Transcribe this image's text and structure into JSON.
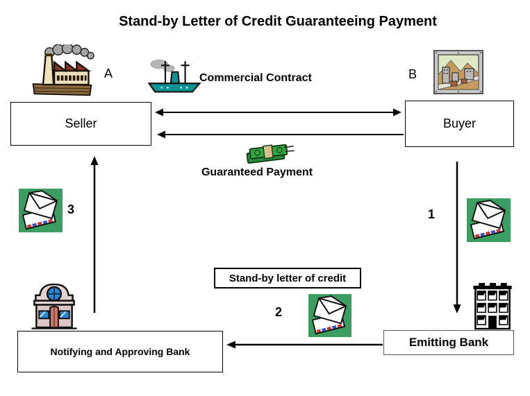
{
  "title": "Stand-by Letter of Credit Guaranteeing Payment",
  "nodes": {
    "seller": {
      "label": "Seller"
    },
    "buyer": {
      "label": "Buyer"
    },
    "standby": {
      "label": "Stand-by letter of credit"
    },
    "notifying_bank": {
      "label": "Notifying and Approving Bank"
    },
    "emitting_bank": {
      "label": "Emitting Bank"
    }
  },
  "annotations": {
    "party_a": "A",
    "party_b": "B",
    "commercial_contract": "Commercial Contract",
    "guaranteed_payment": "Guaranteed Payment",
    "step_1": "1",
    "step_2": "2",
    "step_3": "3"
  },
  "icons": {
    "factory": "factory-icon (seller's plant, smokestack clip art)",
    "ship": "steamship-icon (teal cargo ship, commercial contract)",
    "city_picture": "city-picture-icon (framed buyer city scene)",
    "money": "banknotes-icon (green bills, guaranteed payment)",
    "envelope": "mail-envelope-icon (white envelopes on green square)",
    "bank_branch": "bank-building-icon (notifying bank storefront)",
    "office_building": "office-building-icon (emitting bank building)"
  },
  "colors": {
    "background": "#ffffff",
    "line_black": "#000000",
    "envelope_bg_green": "#3c9d62",
    "ship_teal": "#0a9393",
    "money_green": "#35a441",
    "factory_cream": "#efe3bd",
    "factory_roof_red": "#8a3424",
    "bank_wall_pink": "#dcc6c6",
    "window_blue": "#2e86d0",
    "smoke_gray": "#a6a6a6"
  }
}
